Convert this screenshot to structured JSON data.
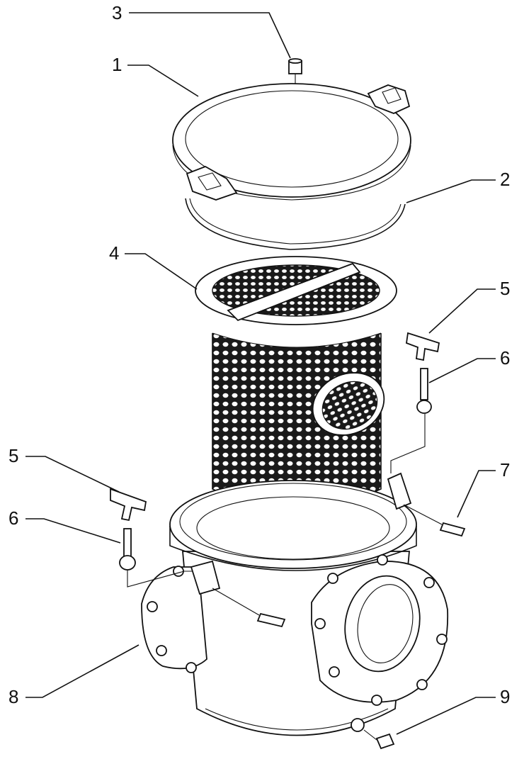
{
  "callouts": [
    {
      "id": "c3",
      "number": "3"
    },
    {
      "id": "c1",
      "number": "1"
    },
    {
      "id": "c2",
      "number": "2"
    },
    {
      "id": "c4",
      "number": "4"
    },
    {
      "id": "c5r",
      "number": "5"
    },
    {
      "id": "c6r",
      "number": "6"
    },
    {
      "id": "c5l",
      "number": "5"
    },
    {
      "id": "c7",
      "number": "7"
    },
    {
      "id": "c6l",
      "number": "6"
    },
    {
      "id": "c8",
      "number": "8"
    },
    {
      "id": "c9",
      "number": "9"
    }
  ],
  "colors": {
    "ink": "#111111",
    "paper": "#ffffff"
  }
}
